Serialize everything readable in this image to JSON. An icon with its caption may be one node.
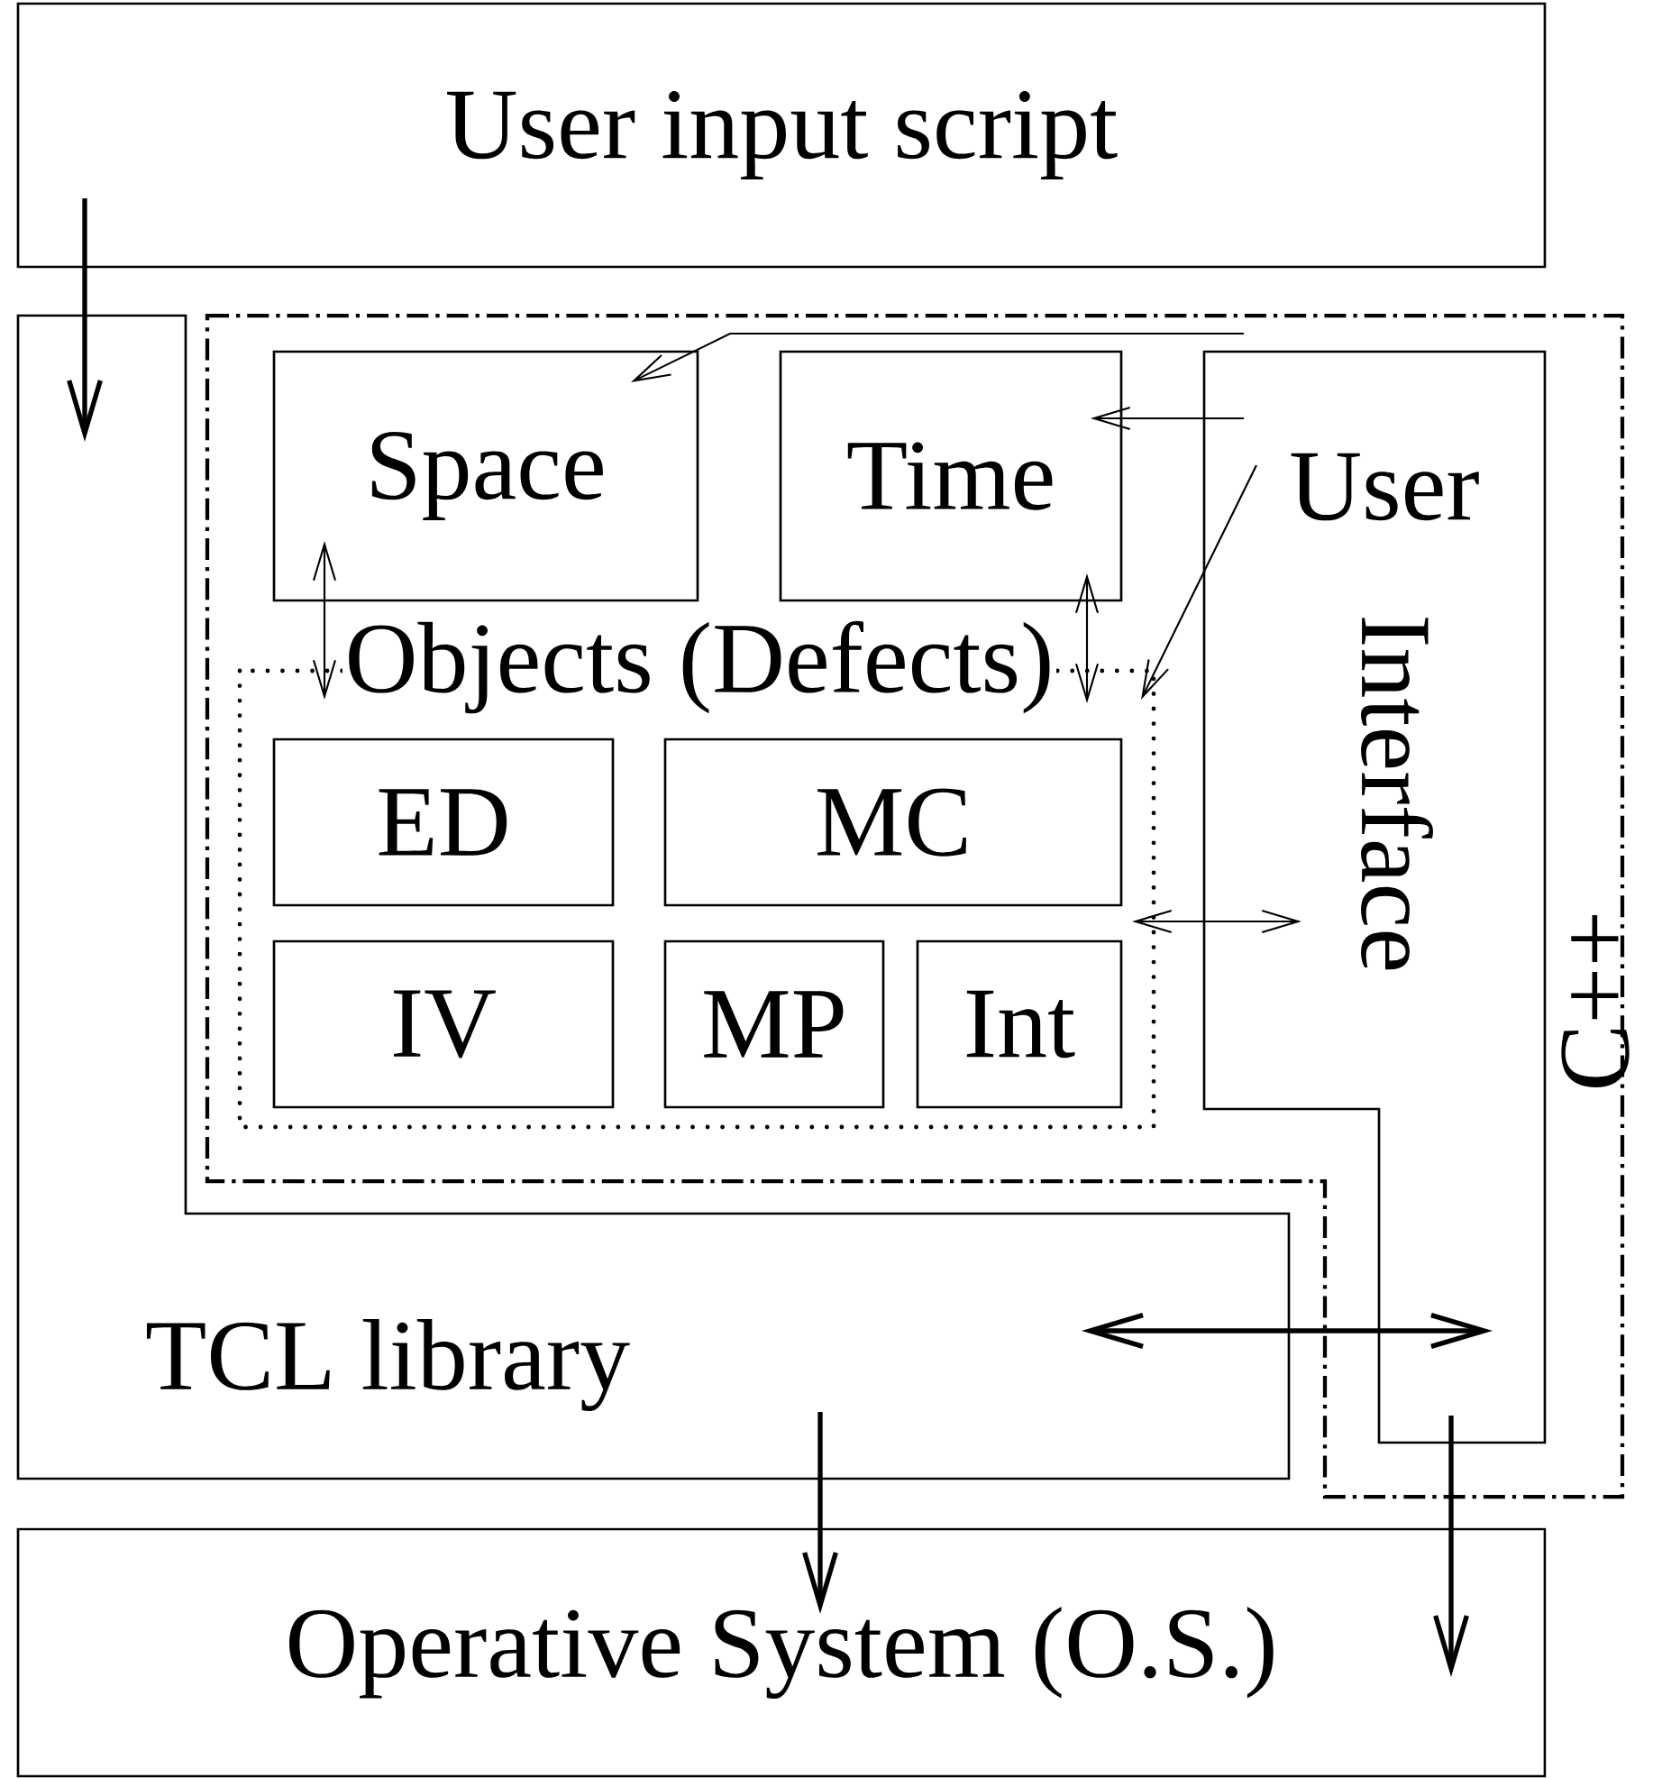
{
  "diagram": {
    "nodes": [
      {
        "text": [
          "User input script"
        ]
      },
      {
        "text": [
          "TCL library"
        ]
      },
      {
        "text": [
          "C++"
        ]
      },
      {
        "text": [
          "User",
          "Interface"
        ],
        "in": 2
      },
      {
        "text": [
          "Space"
        ],
        "in": 2
      },
      {
        "text": [
          "Time"
        ],
        "in": 2
      },
      {
        "text": [
          "Objects (Defects)"
        ],
        "in": 2
      },
      {
        "text": [
          "ED"
        ],
        "in": 6
      },
      {
        "text": [
          "MC"
        ],
        "in": 6
      },
      {
        "text": [
          "IV"
        ],
        "in": 6
      },
      {
        "text": [
          "MP"
        ],
        "in": 6
      },
      {
        "text": [
          "Int"
        ],
        "in": 6
      },
      {
        "text": [
          "Operative System (O.S.)"
        ]
      }
    ],
    "edges": [
      {
        "from": 0,
        "to": 1,
        "arrow": "to",
        "style": "thick"
      },
      {
        "from": 3,
        "to": 4,
        "arrow": "to"
      },
      {
        "from": 3,
        "to": 5,
        "arrow": "to"
      },
      {
        "from": 3,
        "to": 6,
        "arrow": "to"
      },
      {
        "from": 4,
        "to": 6,
        "arrow": "both"
      },
      {
        "from": 5,
        "to": 6,
        "arrow": "both"
      },
      {
        "from": 6,
        "to": 3,
        "arrow": "both"
      },
      {
        "from": 1,
        "to": 3,
        "arrow": "both",
        "style": "thick"
      },
      {
        "from": 1,
        "to": 12,
        "arrow": "to",
        "style": "thick"
      },
      {
        "from": 3,
        "to": 12,
        "arrow": "to",
        "style": "thick"
      }
    ]
  }
}
